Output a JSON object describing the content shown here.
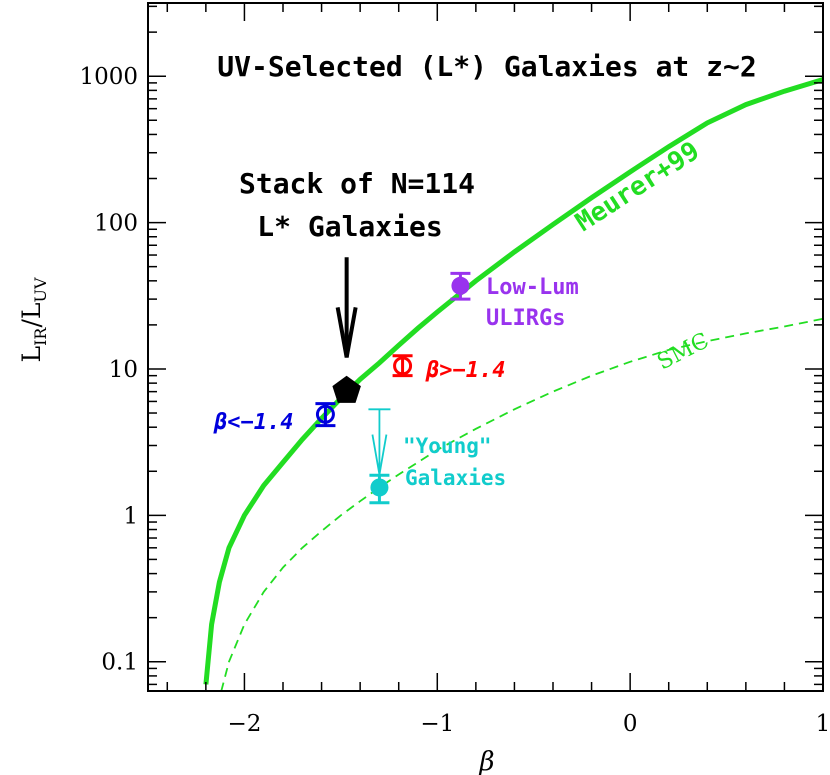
{
  "chart_data": {
    "type": "scatter",
    "title": "UV-Selected (L*) Galaxies at z~2",
    "xlabel": "β",
    "ylabel_main": "L",
    "ylabel_sub1": "IR",
    "ylabel_sep": "/L",
    "ylabel_sub2": "UV",
    "xlim": [
      -2.5,
      1.0
    ],
    "ylim_log10": [
      -1.2,
      3.5
    ],
    "y_scale": "log",
    "x_ticks": [
      {
        "v": -2,
        "label": "−2"
      },
      {
        "v": -1,
        "label": "−1"
      },
      {
        "v": 0,
        "label": "0"
      },
      {
        "v": 1,
        "label": "1"
      }
    ],
    "y_ticks": [
      {
        "v": 0.1,
        "label": "0.1"
      },
      {
        "v": 1,
        "label": "1"
      },
      {
        "v": 10,
        "label": "10"
      },
      {
        "v": 100,
        "label": "100"
      },
      {
        "v": 1000,
        "label": "1000"
      }
    ],
    "curves": [
      {
        "name": "Meurer+99",
        "color": "#22dd22",
        "style": "solid",
        "label_pos": [
          -0.98,
          150
        ],
        "points": [
          [
            -2.2,
            0.07
          ],
          [
            -2.17,
            0.18
          ],
          [
            -2.13,
            0.35
          ],
          [
            -2.08,
            0.6
          ],
          [
            -2.0,
            1.0
          ],
          [
            -1.9,
            1.6
          ],
          [
            -1.8,
            2.3
          ],
          [
            -1.7,
            3.3
          ],
          [
            -1.6,
            4.6
          ],
          [
            -1.5,
            6.3
          ],
          [
            -1.4,
            8.5
          ],
          [
            -1.3,
            11
          ],
          [
            -1.2,
            14.5
          ],
          [
            -1.1,
            19
          ],
          [
            -1.0,
            24.5
          ],
          [
            -0.8,
            40
          ],
          [
            -0.6,
            63
          ],
          [
            -0.4,
            97
          ],
          [
            -0.2,
            148
          ],
          [
            0.0,
            222
          ],
          [
            0.2,
            330
          ],
          [
            0.4,
            480
          ],
          [
            0.6,
            640
          ],
          [
            0.8,
            790
          ],
          [
            1.0,
            950
          ]
        ]
      },
      {
        "name": "SMC",
        "color": "#22dd22",
        "style": "dashed",
        "label_pos": [
          -0.55,
          12
        ],
        "points": [
          [
            -2.14,
            0.05
          ],
          [
            -2.08,
            0.1
          ],
          [
            -2.0,
            0.18
          ],
          [
            -1.9,
            0.3
          ],
          [
            -1.8,
            0.44
          ],
          [
            -1.7,
            0.6
          ],
          [
            -1.6,
            0.78
          ],
          [
            -1.5,
            1.0
          ],
          [
            -1.4,
            1.25
          ],
          [
            -1.3,
            1.55
          ],
          [
            -1.2,
            1.9
          ],
          [
            -1.0,
            2.8
          ],
          [
            -0.8,
            3.9
          ],
          [
            -0.6,
            5.3
          ],
          [
            -0.4,
            7.0
          ],
          [
            -0.2,
            9.0
          ],
          [
            0.0,
            11.2
          ],
          [
            0.2,
            13.5
          ],
          [
            0.4,
            15.5
          ],
          [
            0.6,
            17.5
          ],
          [
            0.8,
            19.5
          ],
          [
            1.0,
            22
          ]
        ]
      }
    ],
    "points": [
      {
        "name": "stack",
        "x": -1.47,
        "y": 7.1,
        "yerr_low": 6.6,
        "yerr_high": 7.6,
        "marker": "pentagon",
        "color": "#000000"
      },
      {
        "name": "beta-gt",
        "x": -1.18,
        "y": 10.5,
        "yerr_low": 9.0,
        "yerr_high": 12.3,
        "marker": "open-circle",
        "color": "#ff0000"
      },
      {
        "name": "beta-lt",
        "x": -1.58,
        "y": 4.9,
        "yerr_low": 4.1,
        "yerr_high": 5.8,
        "marker": "open-circle",
        "color": "#0000dd"
      },
      {
        "name": "low-lum-ulirg",
        "x": -0.88,
        "y": 37,
        "yerr_low": 30,
        "yerr_high": 45,
        "marker": "filled-circle",
        "color": "#9933ee"
      },
      {
        "name": "young",
        "x": -1.3,
        "y": 1.55,
        "yerr_low": 1.22,
        "yerr_high": 1.88,
        "marker": "filled-circle",
        "color": "#11cccc"
      }
    ],
    "upper_limit": {
      "x": -1.3,
      "y_from": 5.3,
      "y_to": 1.9,
      "color": "#11cccc"
    },
    "annotations": {
      "stack_line1": "Stack of N=114",
      "stack_line2": "L* Galaxies",
      "meurer": "Meurer+99",
      "smc": "SMC",
      "beta_gt": "β>−1.4",
      "beta_lt": "β<−1.4",
      "lowlum_line1": "Low-Lum",
      "lowlum_line2": "ULIRGs",
      "young_line1": "\"Young\"",
      "young_line2": "Galaxies"
    },
    "arrow": {
      "x": -1.47,
      "y_from": 58,
      "y_to": 12
    },
    "colors": {
      "green": "#22dd22",
      "red": "#ff0000",
      "blue": "#0000dd",
      "purple": "#9933ee",
      "cyan": "#11cccc"
    }
  }
}
